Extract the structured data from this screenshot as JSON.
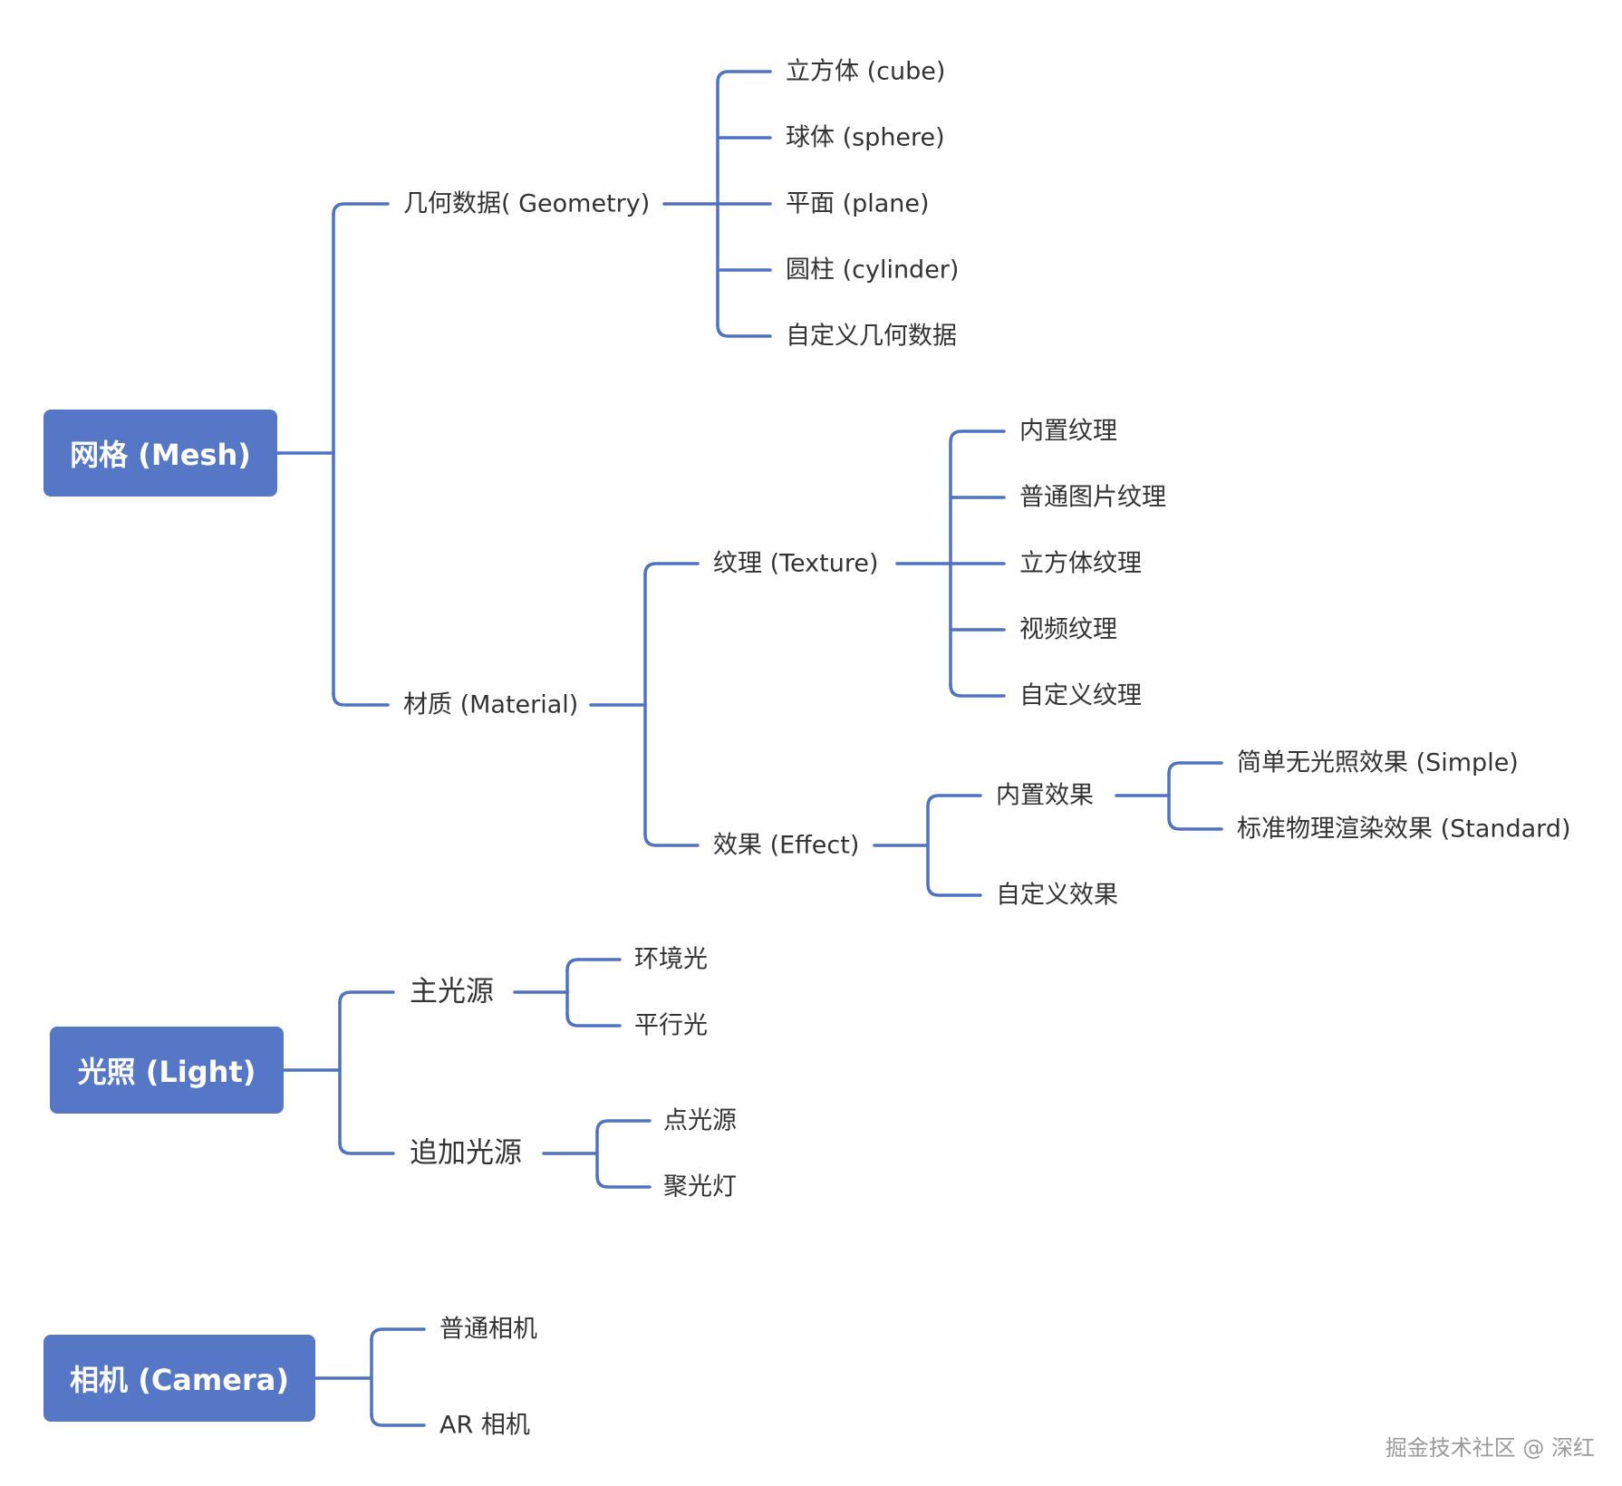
{
  "diagram": {
    "line_color": "#4f72c2",
    "root_color": "#5577c6",
    "mesh": {
      "title": "网格 (Mesh)",
      "geometry": {
        "label": "几何数据( Geometry)",
        "children": [
          "立方体 (cube)",
          "球体 (sphere)",
          "平面 (plane)",
          "圆柱 (cylinder)",
          "自定义几何数据"
        ]
      },
      "material": {
        "label": "材质 (Material)",
        "texture": {
          "label": "纹理 (Texture)",
          "children": [
            "内置纹理",
            "普通图片纹理",
            "立方体纹理",
            "视频纹理",
            "自定义纹理"
          ]
        },
        "effect": {
          "label": "效果 (Effect)",
          "builtin": {
            "label": "内置效果",
            "children": [
              "简单无光照效果 (Simple)",
              "标准物理渲染效果 (Standard)"
            ]
          },
          "custom": "自定义效果"
        }
      }
    },
    "light": {
      "title": "光照 (Light)",
      "main": {
        "label": "主光源",
        "children": [
          "环境光",
          "平行光"
        ]
      },
      "additional": {
        "label": "追加光源",
        "children": [
          "点光源",
          "聚光灯"
        ]
      }
    },
    "camera": {
      "title": "相机 (Camera)",
      "children": [
        "普通相机",
        "AR 相机"
      ]
    }
  },
  "watermark": "掘金技术社区 @ 深红"
}
